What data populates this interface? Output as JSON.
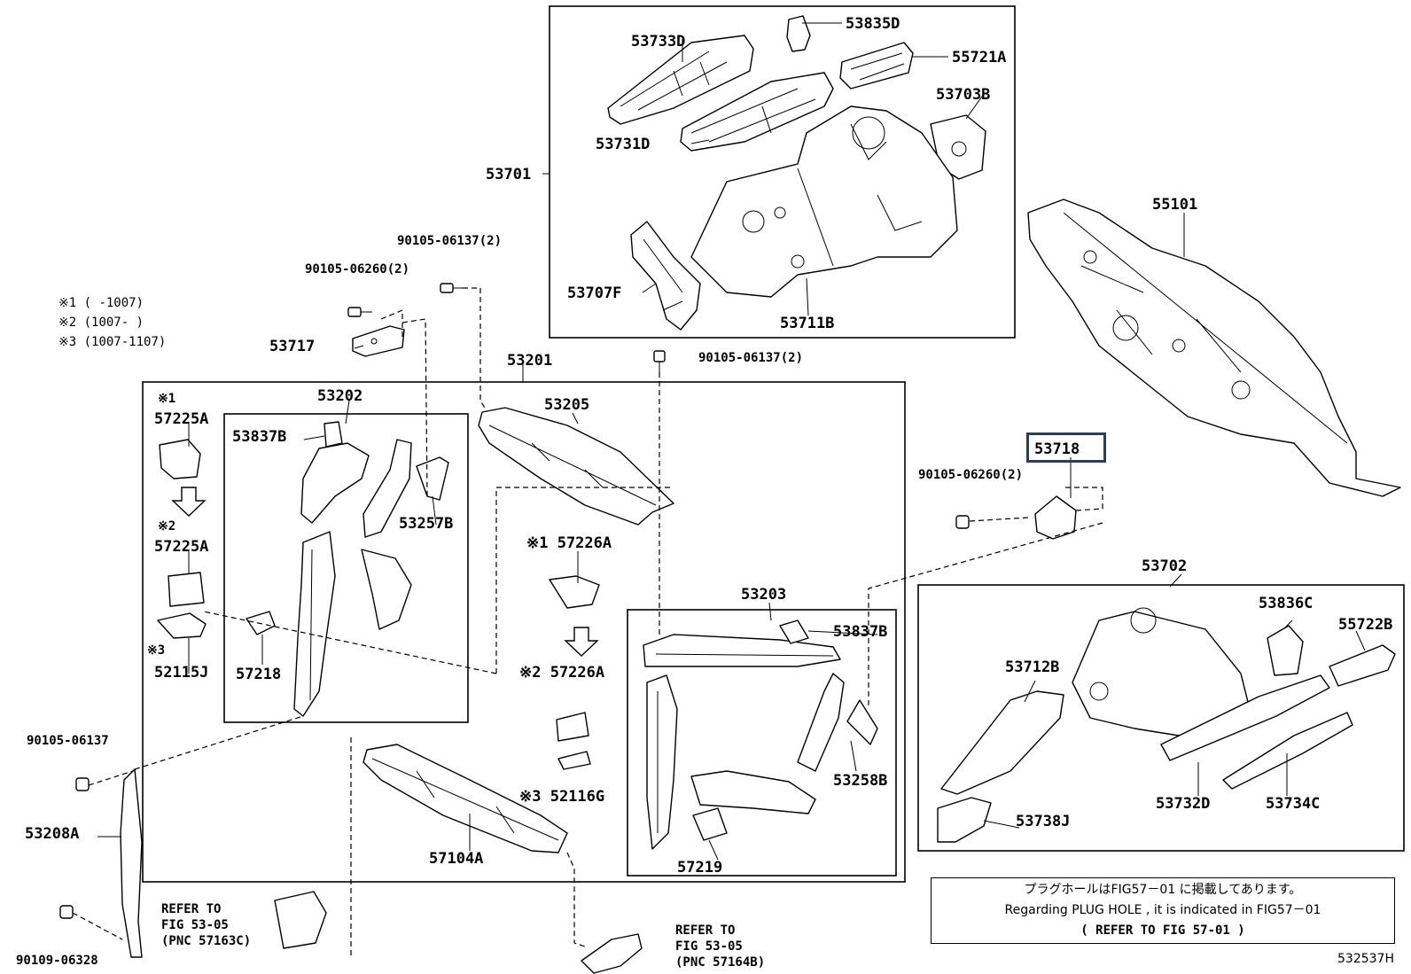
{
  "diagram_code": "532537H",
  "highlight_part": "53718",
  "notes": {
    "range1": "※1 (       -1007)",
    "range2": "※2 (1007-       )",
    "range3": "※3 (1007-1107)"
  },
  "info_box": {
    "line1": "プラグホールはFIG57－01 に掲載してあります。",
    "line2": "Regarding PLUG HOLE , it is indicated in FIG57－01",
    "line3": "(   REFER TO FIG 57-01 )"
  },
  "labels": {
    "p53733D": "53733D",
    "p53835D": "53835D",
    "p55721A": "55721A",
    "p53703B": "53703B",
    "p53731D": "53731D",
    "p53701": "53701",
    "p53707F": "53707F",
    "p53711B": "53711B",
    "p55101": "55101",
    "b90105_06137_2a": "90105-06137(2)",
    "b90105_06260_2a": "90105-06260(2)",
    "p53717": "53717",
    "b90105_06137_2b": "90105-06137(2)",
    "p53201": "53201",
    "p53202": "53202",
    "p53205": "53205",
    "m1": "※1",
    "p57225A_1": "57225A",
    "p53837B_1": "53837B",
    "p53257B": "53257B",
    "m2": "※2",
    "p57225A_2": "57225A",
    "m3": "※3",
    "p52115J": "52115J",
    "p57218": "57218",
    "p57226A_1": "※1 57226A",
    "p57226A_2": "※2 57226A",
    "p52116G": "※3 52116G",
    "p53718": "53718",
    "b90105_06260_2b": "90105-06260(2)",
    "p53702": "53702",
    "p53203": "53203",
    "p53837B_2": "53837B",
    "p53836C": "53836C",
    "p55722B": "55722B",
    "p53712B": "53712B",
    "p53258B": "53258B",
    "b90105_06137": "90105-06137",
    "p53208A": "53208A",
    "p57104A": "57104A",
    "p57219": "57219",
    "p53732D": "53732D",
    "p53734C": "53734C",
    "p53738J": "53738J",
    "b90109_06328": "90109-06328",
    "ref1_a": "REFER TO",
    "ref1_b": "FIG 53-05",
    "ref1_c": "(PNC 57163C)",
    "ref2_a": "REFER TO",
    "ref2_b": "FIG 53-05",
    "ref2_c": "(PNC 57164B)"
  }
}
